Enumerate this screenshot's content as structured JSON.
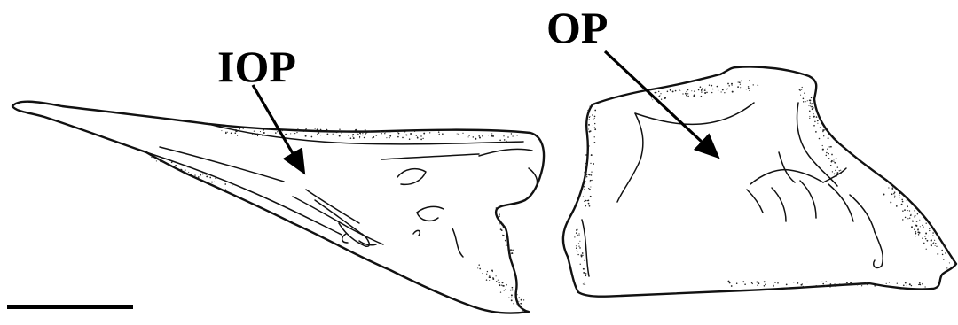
{
  "labels": {
    "interopercle": "IOP",
    "opercle": "OP"
  },
  "icons": {
    "scale": "scale-bar"
  },
  "colors": {
    "ink": "#111111",
    "background": "#ffffff"
  }
}
